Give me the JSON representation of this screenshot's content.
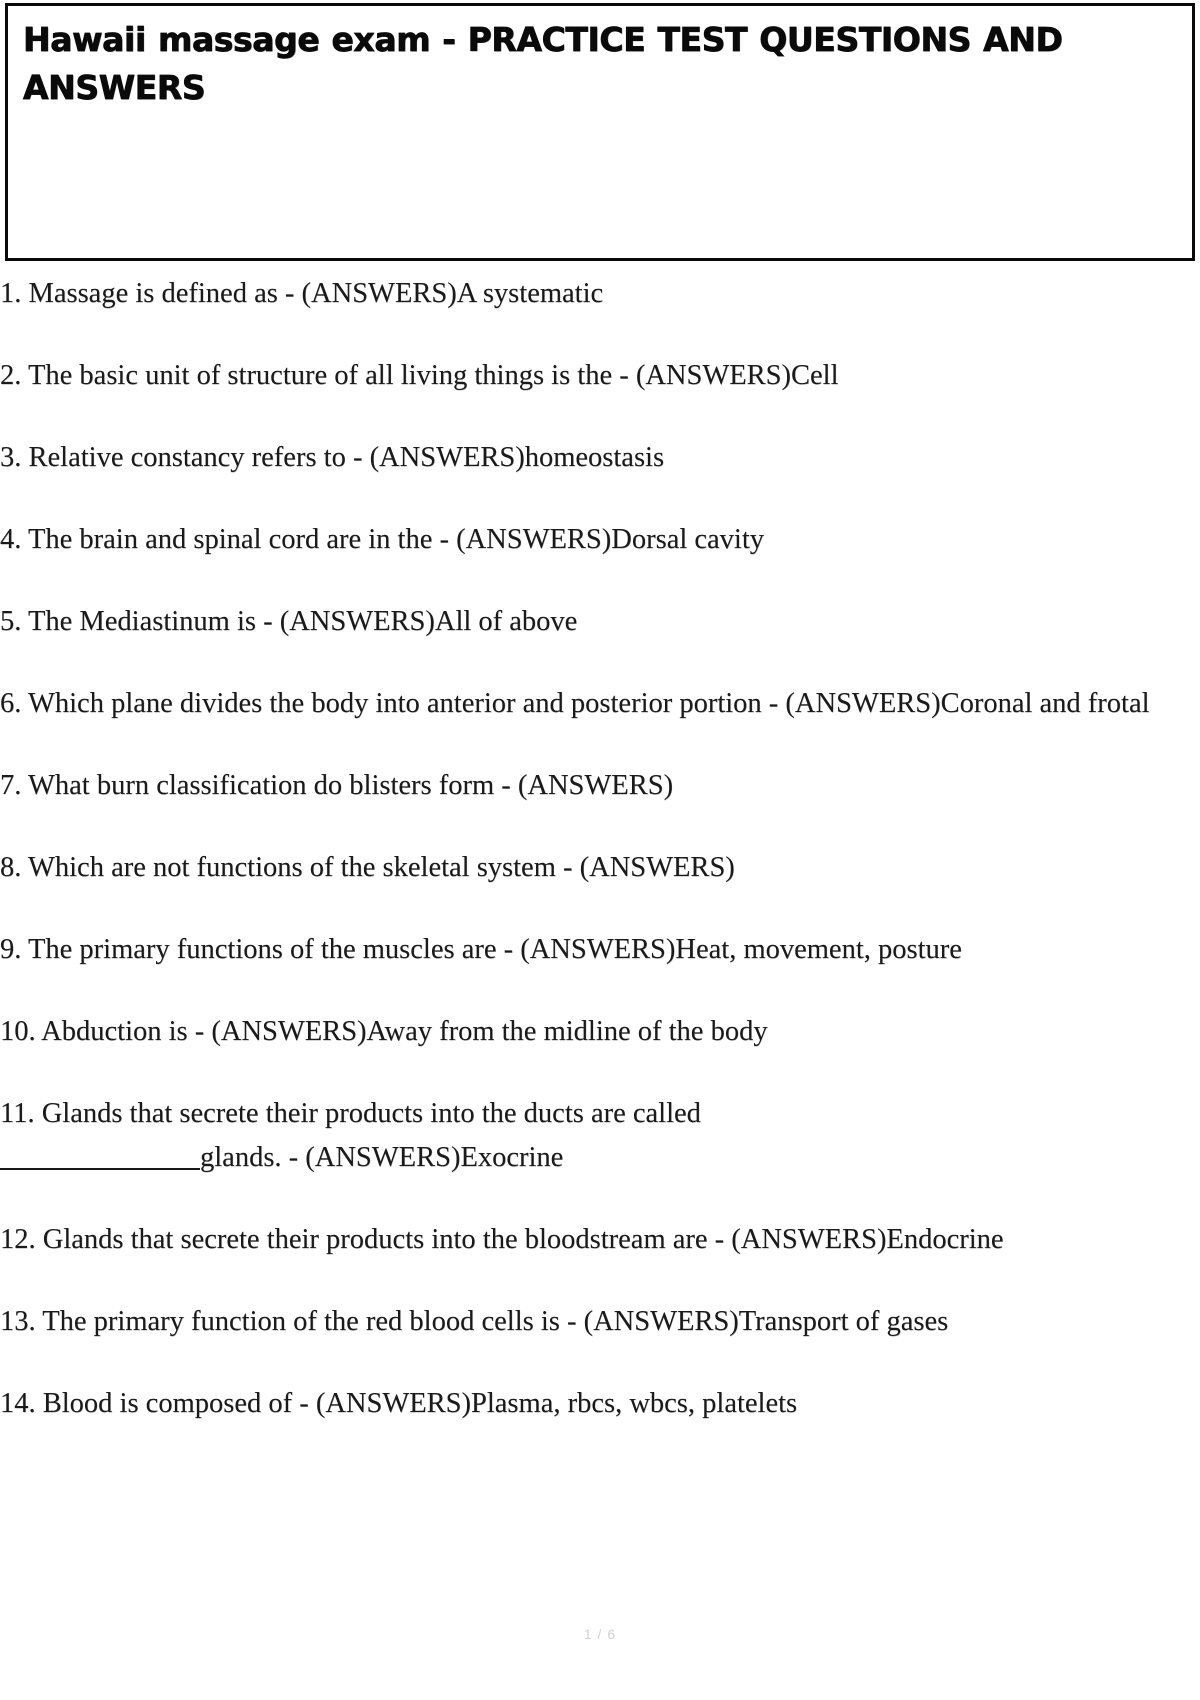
{
  "document": {
    "title": "Hawaii massage exam - PRACTICE TEST QUESTIONS AND ANSWERS",
    "footer_page_indicator": "1 / 6"
  },
  "questions": [
    {
      "number": "1.",
      "text": "1. Massage is defined as - (ANSWERS)A systematic"
    },
    {
      "number": "2.",
      "text": "2. The basic unit of structure of all living things is the - (ANSWERS)Cell"
    },
    {
      "number": "3.",
      "text": "3. Relative constancy refers to - (ANSWERS)homeostasis"
    },
    {
      "number": "4.",
      "text": "4. The brain and spinal cord are in the - (ANSWERS)Dorsal cavity"
    },
    {
      "number": "5.",
      "text": "5. The Mediastinum is - (ANSWERS)All of above"
    },
    {
      "number": "6.",
      "text": "6. Which plane divides the body into anterior and posterior portion - (ANSWERS)Coronal and frotal"
    },
    {
      "number": "7.",
      "text": "7. What burn classification do blisters form - (ANSWERS)"
    },
    {
      "number": "8.",
      "text": "8. Which are not functions of the skeletal system - (ANSWERS)"
    },
    {
      "number": "9.",
      "text": "9. The primary functions of the muscles are - (ANSWERS)Heat, movement, posture"
    },
    {
      "number": "10.",
      "text": "10. Abduction is - (ANSWERS)Away from the midline of the body"
    },
    {
      "number": "11.",
      "text_before_blank": "11. Glands that secrete their products into the ducts are called",
      "text_after_blank": "glands. - (ANSWERS)Exocrine",
      "has_blank": true
    },
    {
      "number": "12.",
      "text": "12. Glands that secrete their products into the bloodstream are - (ANSWERS)Endocrine"
    },
    {
      "number": "13.",
      "text": "13. The primary function of the red blood cells is - (ANSWERS)Transport of gases"
    },
    {
      "number": "14.",
      "text": "14. Blood is composed of - (ANSWERS)Plasma, rbcs, wbcs, platelets"
    }
  ]
}
